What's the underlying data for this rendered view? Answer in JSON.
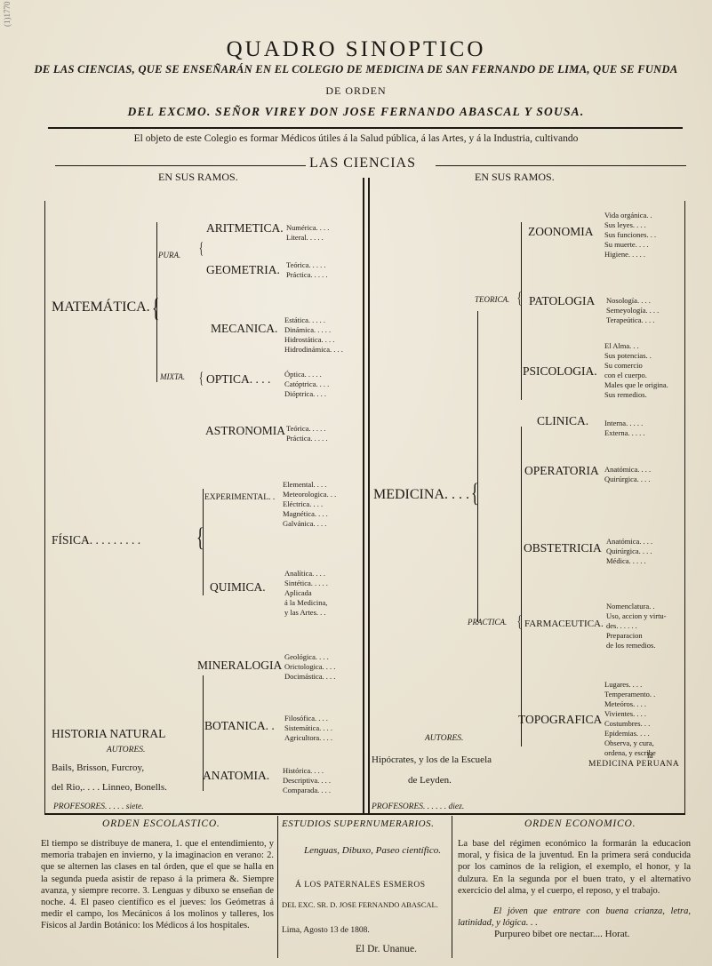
{
  "header": {
    "title": "QUADRO SINOPTICO",
    "line1": "DE LAS CIENCIAS, QUE SE ENSEÑARÁN EN EL COLEGIO DE MEDICINA DE SAN FERNANDO DE LIMA, QUE SE FUNDA",
    "line2": "DE ORDEN",
    "line3": "DEL EXCMO. SEÑOR VIREY DON JOSE FERNANDO ABASCAL Y SOUSA.",
    "objective": "El objeto de este Colegio es formar Médicos útiles á la Salud pública, á las Artes, y á la Industria, cultivando",
    "las_ciencias": "LAS CIENCIAS",
    "en_sus_ramos_left": "EN SUS     RAMOS.",
    "en_sus_ramos_right": "EN SUS     RAMOS."
  },
  "handnote": "(1)1770",
  "left": {
    "matematica": "MATEMÁTICA.",
    "pura": "PURA.",
    "mixta": "MIXTA.",
    "aritmetica": "ARITMETICA.",
    "aritmetica_items": [
      "Numérica.  . . .",
      "Literal.  . . . ."
    ],
    "geometria": "GEOMETRIA.",
    "geometria_items": [
      "Teórica.  . . . .",
      "Práctica.  . . . ."
    ],
    "mecanica": "MECANICA.",
    "mecanica_items": [
      "Estática.  . . . .",
      "Dinámica.  . . . .",
      "Hidrostática.  . . .",
      "Hidrodinámica.  . . ."
    ],
    "optica": "OPTICA. . . .",
    "optica_items": [
      "Óptica.  . . . .",
      "Catóptrica.  . . .",
      "Dióptrica.  . . ."
    ],
    "astronomia": "ASTRONOMIA",
    "astronomia_items": [
      "Teórica.  . . . .",
      "Práctica.  . . . ."
    ],
    "fisica": "FÍSICA. . . . . . . . .",
    "experimental": "EXPERIMENTAL. .",
    "experimental_items": [
      "Elemental.  . . .",
      "Meteorologica.  . .",
      "Eléctrica.  . . .",
      "Magnética.  . . .",
      "Galvánica.  . . ."
    ],
    "quimica": "QUIMICA.",
    "quimica_items": [
      "Analítica.  . . .",
      "Sintética.  . . . .",
      "Aplicada",
      "á la Medicina,",
      "y las Artes.  . ."
    ],
    "mineralogia": "MINERALOGIA",
    "mineralogia_items": [
      "Geológica.  . . .",
      "Orictologica.  . . .",
      "Docimástica.  . . ."
    ],
    "historia_natural": "HISTORIA NATURAL",
    "botanica": "BOTANICA. .",
    "botanica_items": [
      "Filosófica.  . . .",
      "Sistemática.  . . .",
      "Agricultora.  . . ."
    ],
    "anatomia": "ANATOMIA.",
    "anatomia_items": [
      "Histórica.  . . .",
      "Descriptiva.  . . .",
      "Comparada.  . . ."
    ],
    "autores_label": "AUTORES.",
    "autores_line1": "Bails,   Brisson,   Furcroy,",
    "autores_line2": "del Rio,. . . .  Linneo, Bonells.",
    "profesores": "PROFESORES. . . . . siete."
  },
  "center": {
    "medicina": "MEDICINA. . . .",
    "autores_label": "AUTORES.",
    "autores_line1": "Hipócrates,   y los de la Escuela",
    "autores_line2": "de Leyden.",
    "profesores": "PROFESORES. . . . . . diez."
  },
  "right": {
    "teorica": "TEORICA.",
    "practica": "PRACTICA.",
    "zoonomia": "ZOONOMIA",
    "zoonomia_items": [
      "Vida orgánica.  .",
      "Sus leyes.  . . .",
      "Sus funciones.  . .",
      "Su muerte.  . . .",
      "Higiene.  . . . ."
    ],
    "patologia": "PATOLOGIA",
    "patologia_items": [
      "Nosología.  . . .",
      "Semeyología.  . . .",
      "Terapeútica.  . . ."
    ],
    "psicologia": "PSICOLOGIA.",
    "psicologia_items": [
      "El Alma.  . .",
      "Sus potencias.  .",
      "Su comercio",
      "con el cuerpo.",
      "Males que le origina.",
      "Sus remedios."
    ],
    "clinica": "CLINICA.",
    "clinica_items": [
      "Interna.  . . . .",
      "Externa.  . . . ."
    ],
    "operatoria": "OPERATORIA",
    "operatoria_items": [
      "Anatómica.  . . .",
      "Quirúrgica.  . . ."
    ],
    "obstetricia": "OBSTETRICIA",
    "obstetricia_items": [
      "Anatómica.  . . .",
      "Quirúrgica.  . . .",
      "Médica.  . . . ."
    ],
    "farmaceutica": "FARMACEUTICA.",
    "farmaceutica_items": [
      "Nomenclatura.  .",
      "Uso, accion y virtu-",
      "des.  . . . . .",
      "Preparacion",
      "de los remedios."
    ],
    "topografica": "TOPOGRAFICA",
    "topografica_items": [
      "Lugares.  . . .",
      "Temperamento.  .",
      "Meteóros.  . . .",
      "Vivientes.  . . .",
      "Costumbres.  . .",
      "Epidemias.  . . .",
      "Observa, y cura,",
      "ordena, y escribe"
    ],
    "la": "la",
    "medicina_peruana": "MEDICINA PERUANA"
  },
  "footer": {
    "orden_escolastico": "ORDEN ESCOLASTICO.",
    "escolastico_text": "El tiempo se distribuye de manera, 1. que el entendimiento, y memoria trabajen en invierno, y la imaginacion en verano: 2. que se alternen las clases en tal órden, que el que se halla en la segunda pueda asistir de repaso á la primera &. Siempre avanza, y siempre recorre. 3. Lenguas y dibuxo se enseñan de noche. 4. El paseo científico es el jueves: los Geómetras á medir el campo, los Mecánicos á los molinos y talleres, los Físicos al Jardin Botánico: los Médicos á los hospitales.",
    "estudios": "ESTUDIOS SUPERNUMERARIOS.",
    "estudios_text": "Lenguas, Dibuxo, Paseo científico.",
    "dedication1": "Á LOS PATERNALES ESMEROS",
    "dedication2": "DEL EXC. SR. D. JOSE FERNANDO ABASCAL.",
    "date": "Lima, Agosto 13 de 1808.",
    "signature": "El Dr. Unanue.",
    "orden_economico": "ORDEN ECONOMICO.",
    "economico_text": "La base del régimen económico la formarán la educacion moral, y física de la juventud. En la primera será conducida por los caminos de la religion, el exemplo, el honor, y la dulzura. En la segunda por el buen trato, y el alternativo exercicio del alma, y el cuerpo, el reposo, y el trabajo.",
    "joven": "El jóven que entrare con buena crianza, letra, latinidad, y lógica. . .",
    "horat": "Purpureo bibet ore nectar.... Horat."
  }
}
